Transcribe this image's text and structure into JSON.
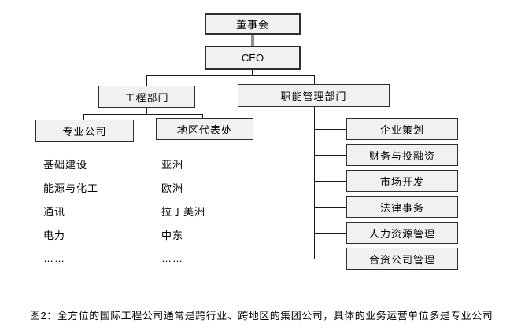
{
  "diagram": {
    "title_node": "董事会",
    "ceo_node": "CEO",
    "engineering_node": "工程部门",
    "functional_node": "职能管理部门",
    "specialized_node": "专业公司",
    "regional_node": "地区代表处",
    "specialized_items": [
      "基础建设",
      "能源与化工",
      "通讯",
      "电力",
      "……"
    ],
    "regional_items": [
      "亚洲",
      "欧洲",
      "拉丁美洲",
      "中东",
      "……"
    ],
    "functional_children": [
      "企业策划",
      "财务与投融资",
      "市场开发",
      "法律事务",
      "人力资源管理",
      "合资公司管理"
    ],
    "caption": "图2：全方位的国际工程公司通常是跨行业、跨地区的集团公司，具体的业务运营单位多是专业公司",
    "colors": {
      "background": "#ffffff",
      "box_fill": "#f1f1f1",
      "box_border": "#2e2e2e",
      "line": "#1a1a1a",
      "board_ceo_connector": "#909090"
    }
  }
}
